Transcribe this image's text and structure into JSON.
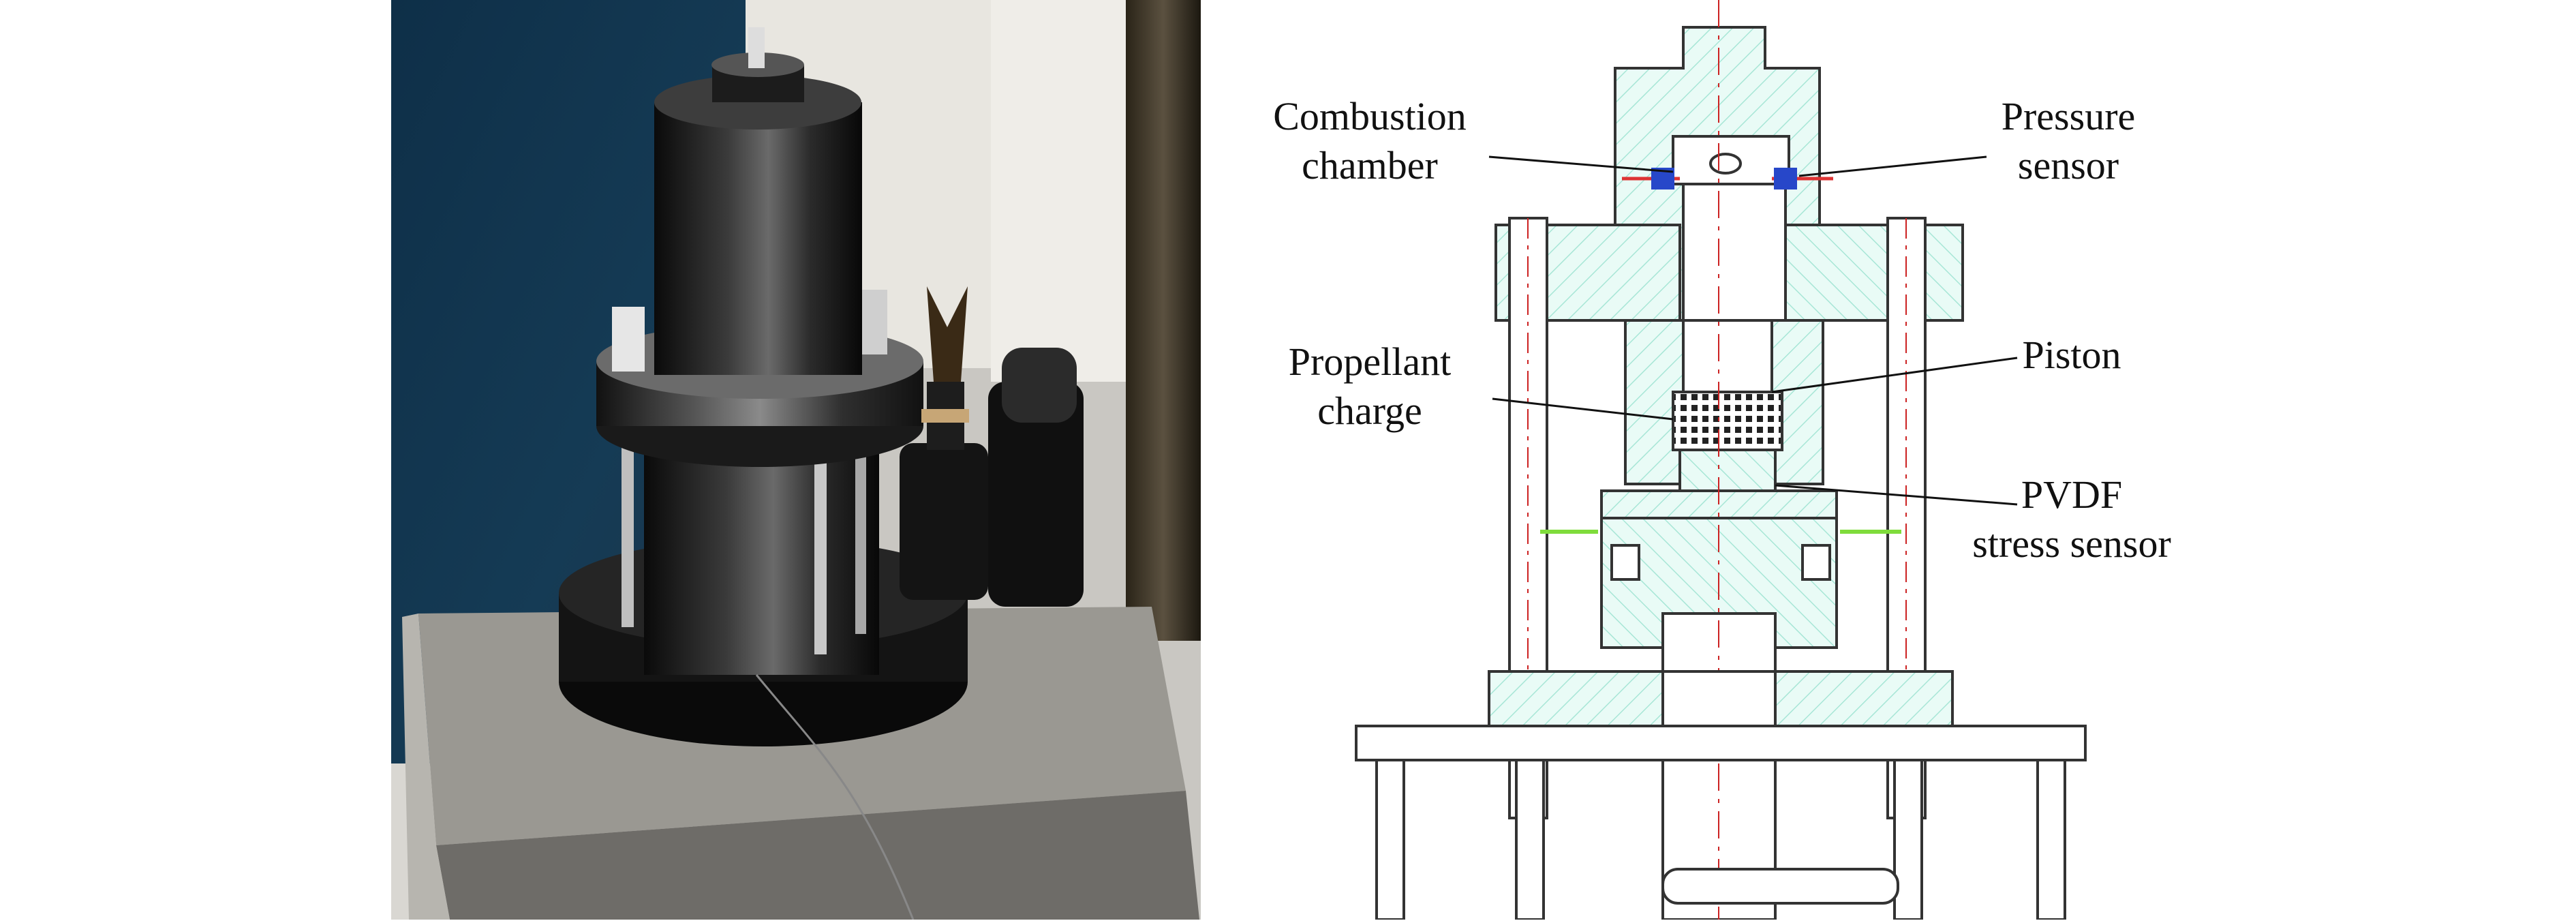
{
  "figure": {
    "left_panel": {
      "kind": "photograph",
      "subject": "test apparatus"
    },
    "right_panel": {
      "kind": "cross-section drawing",
      "labels": {
        "combustion_chamber": [
          "Combustion",
          "chamber"
        ],
        "pressure_sensor": [
          "Pressure",
          "sensor"
        ],
        "propellant_charge": [
          "Propellant",
          "charge"
        ],
        "piston": [
          "Piston"
        ],
        "pvdf_stress_sensor": [
          "PVDF",
          "stress sensor"
        ]
      }
    }
  }
}
